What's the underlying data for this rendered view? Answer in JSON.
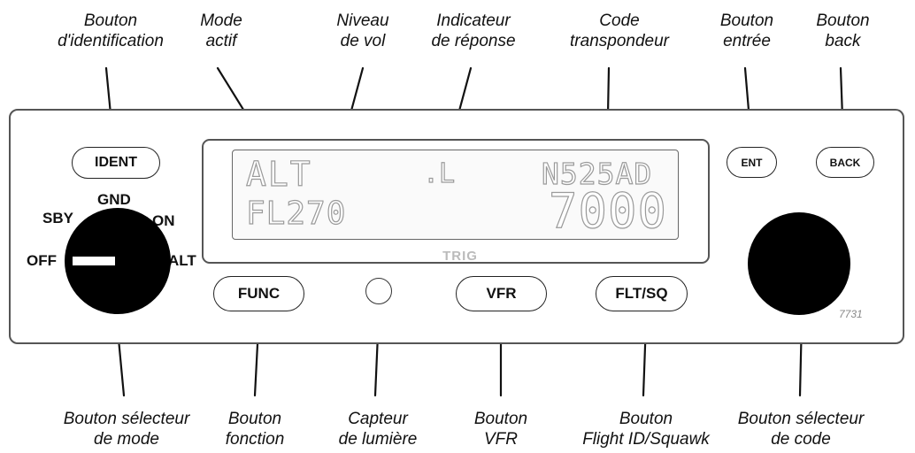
{
  "callouts": {
    "ident": [
      "Bouton",
      "d'identification"
    ],
    "mode_actif": [
      "Mode",
      "actif"
    ],
    "niveau": [
      "Niveau",
      "de vol"
    ],
    "indicateur": [
      "Indicateur",
      "de réponse"
    ],
    "code": [
      "Code",
      "transpondeur"
    ],
    "entree": [
      "Bouton",
      "entrée"
    ],
    "back": [
      "Bouton",
      "back"
    ],
    "selecteur_mode": [
      "Bouton sélecteur",
      "de mode"
    ],
    "fonction": [
      "Bouton",
      "fonction"
    ],
    "capteur": [
      "Capteur",
      "de lumière"
    ],
    "vfr": [
      "Bouton",
      "VFR"
    ],
    "flight_id": [
      "Bouton",
      "Flight ID/Squawk"
    ],
    "selecteur_code": [
      "Bouton sélecteur",
      "de code"
    ]
  },
  "buttons": {
    "ident": "IDENT",
    "func": "FUNC",
    "vfr": "VFR",
    "flt_sq": "FLT/SQ",
    "ent": "ENT",
    "back": "BACK"
  },
  "display": {
    "mode": "ALT",
    "reply": ".L",
    "flight_id": "N525AD",
    "flight_level": "FL270",
    "squawk": "7000",
    "brand": "TRIG"
  },
  "mode_selector": {
    "positions": [
      "OFF",
      "SBY",
      "GND",
      "ON",
      "ALT"
    ]
  },
  "model_number": "7731"
}
